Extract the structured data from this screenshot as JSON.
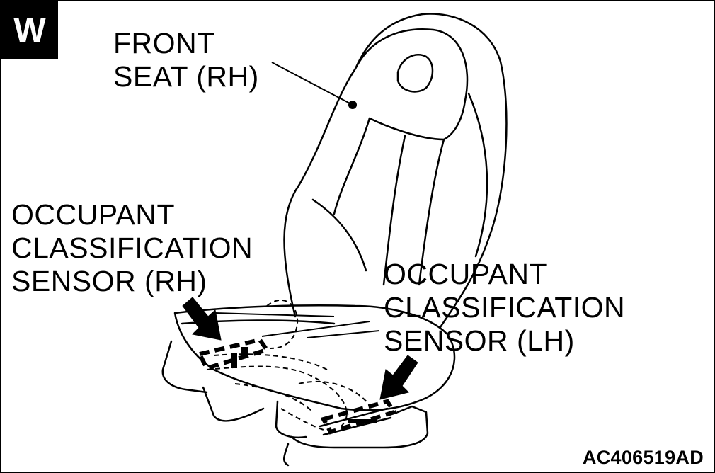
{
  "badge": "W",
  "labels": {
    "front_seat": [
      "FRONT",
      "SEAT (RH)"
    ],
    "sensor_rh": [
      "OCCUPANT",
      "CLASSIFICATION",
      "SENSOR (RH)"
    ],
    "sensor_lh": [
      "OCCUPANT",
      "CLASSIFICATION",
      "SENSOR (LH)"
    ]
  },
  "figure_code": "AC406519AD"
}
